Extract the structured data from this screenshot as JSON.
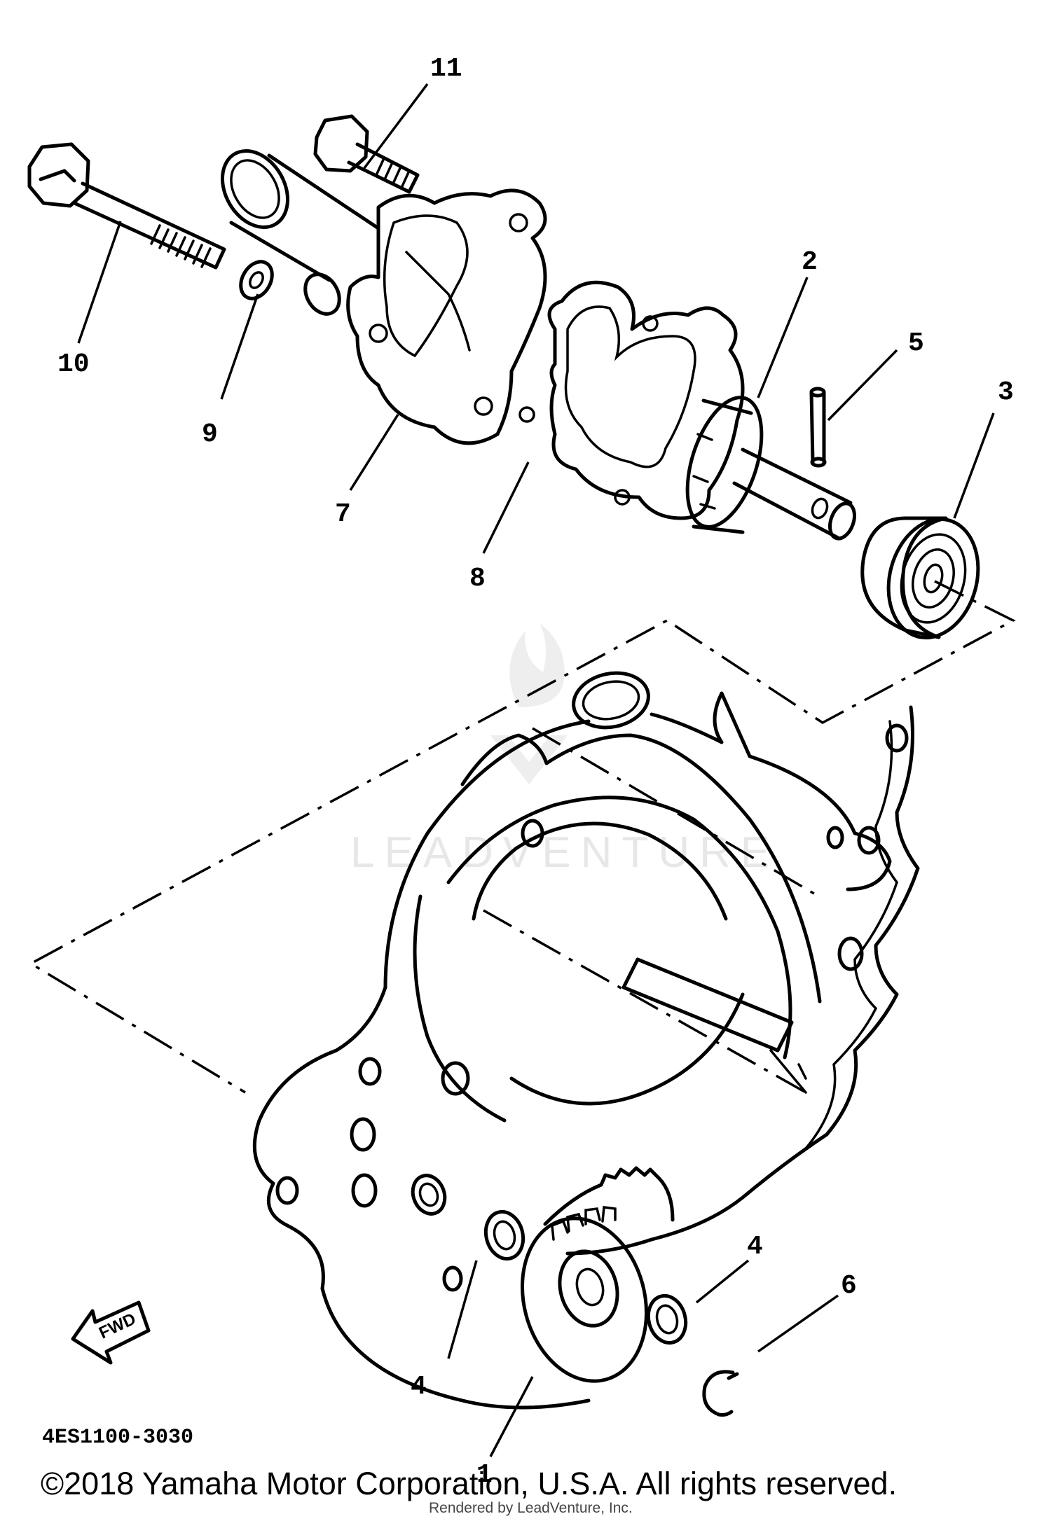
{
  "diagram": {
    "callouts": [
      {
        "id": "1",
        "label": "1"
      },
      {
        "id": "2",
        "label": "2"
      },
      {
        "id": "3",
        "label": "3"
      },
      {
        "id": "4a",
        "label": "4"
      },
      {
        "id": "4b",
        "label": "4"
      },
      {
        "id": "5",
        "label": "5"
      },
      {
        "id": "6",
        "label": "6"
      },
      {
        "id": "7",
        "label": "7"
      },
      {
        "id": "8",
        "label": "8"
      },
      {
        "id": "9",
        "label": "9"
      },
      {
        "id": "10",
        "label": "10"
      },
      {
        "id": "11",
        "label": "11"
      }
    ],
    "fwd_label": "FWD",
    "diagram_code": "4ES1100-3030",
    "watermark": "LEADVENTURE",
    "copyright": "©2018 Yamaha Motor Corporation, U.S.A. All rights reserved.",
    "rendered_by": "Rendered by LeadVenture, Inc."
  }
}
